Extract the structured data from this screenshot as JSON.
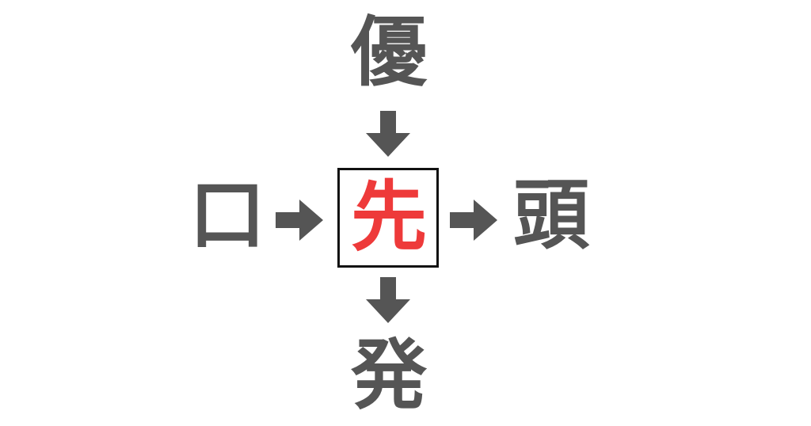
{
  "puzzle": {
    "top": "優",
    "left": "口",
    "right": "頭",
    "bottom": "発",
    "answer": "先"
  },
  "colors": {
    "text": "#555555",
    "arrow": "#555555",
    "answer": "#ee3a3a",
    "box_border": "#111111"
  },
  "icons": {
    "arrow_down": "arrow-down-icon",
    "arrow_right": "arrow-right-icon"
  }
}
